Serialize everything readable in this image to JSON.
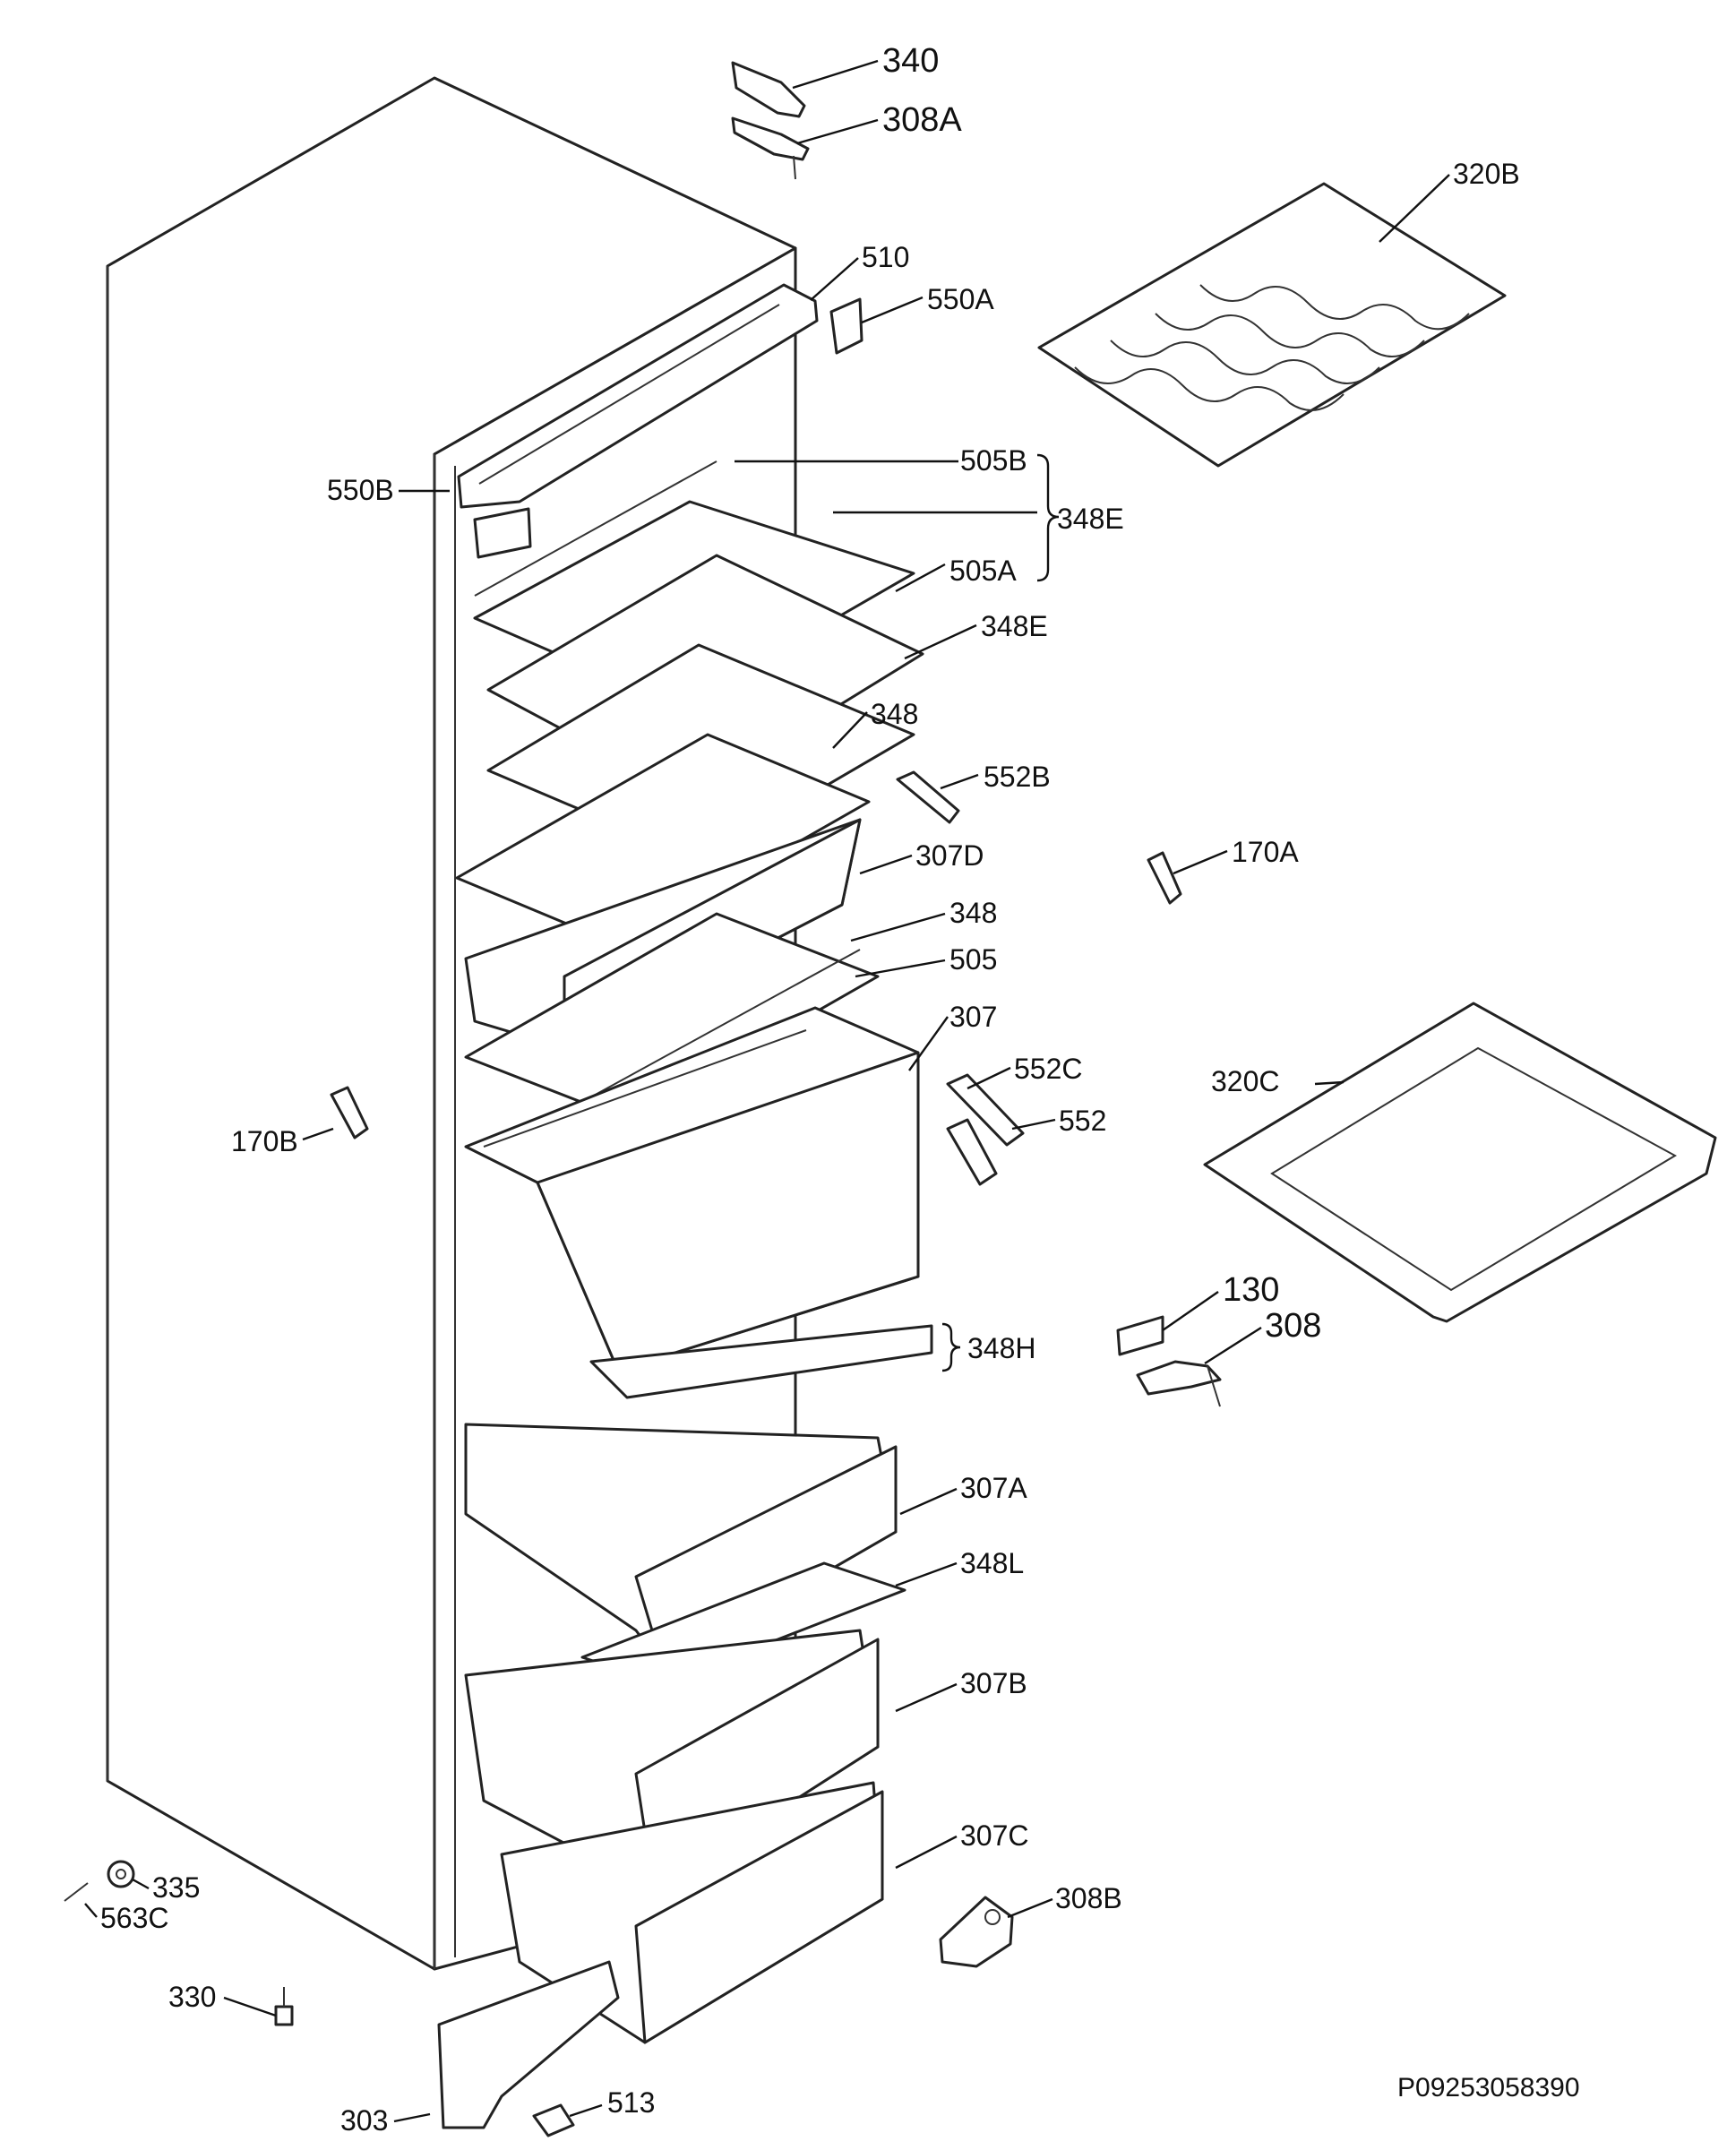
{
  "labels": {
    "p340": "340",
    "p308A": "308A",
    "p320B": "320B",
    "p510": "510",
    "p550A": "550A",
    "p505B": "505B",
    "p550B": "550B",
    "p348E_group": "348E",
    "p505A": "505A",
    "p348E": "348E",
    "p348_top": "348",
    "p552B": "552B",
    "p170A": "170A",
    "p307D": "307D",
    "p348_mid": "348",
    "p505": "505",
    "p307": "307",
    "p552C": "552C",
    "p552": "552",
    "p320C": "320C",
    "p170B": "170B",
    "p130": "130",
    "p308": "308",
    "p348H": "348H",
    "p307A": "307A",
    "p348L": "348L",
    "p307B": "307B",
    "p307C": "307C",
    "p335": "335",
    "p563C": "563C",
    "p308B": "308B",
    "p330": "330",
    "p303": "303",
    "p513": "513"
  },
  "drawing_code": "P09253058390",
  "colors": {
    "ink": "#111111",
    "background": "#ffffff"
  }
}
